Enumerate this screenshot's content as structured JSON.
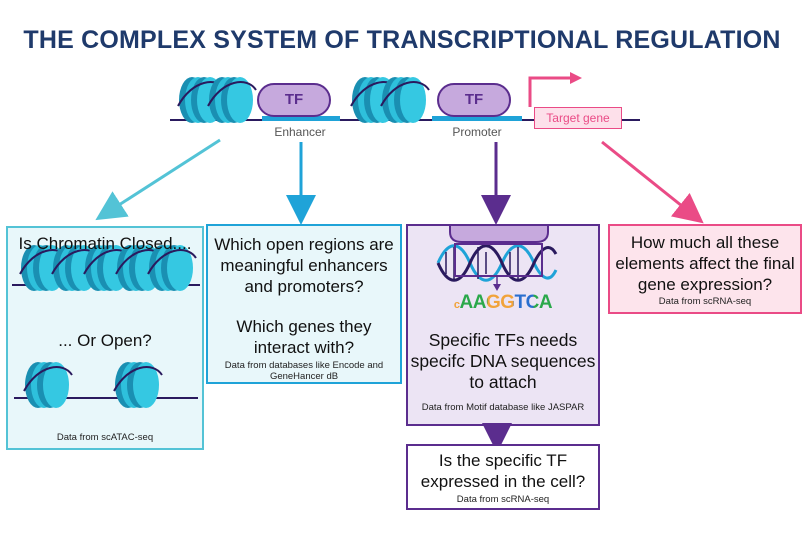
{
  "title": "THE COMPLEX SYSTEM OF TRANSCRIPTIONAL REGULATION",
  "top": {
    "tf_label_1": "TF",
    "tf_label_2": "TF",
    "enhancer": "Enhancer",
    "promoter": "Promoter",
    "target_gene": "Target gene"
  },
  "box1": {
    "heading": "Is Chromatin Closed....",
    "middle": "... Or Open?",
    "source": "Data from scATAC-seq"
  },
  "box2": {
    "q1": "Which open regions are meaningful enhancers and promoters?",
    "q2": "Which genes they interact with?",
    "source": "Data from databases like Encode and GeneHancer dB"
  },
  "box3": {
    "motif": "AAGGTCA",
    "text": "Specific TFs needs specifc DNA sequences to attach",
    "source": "Data from Motif database like JASPAR"
  },
  "box4": {
    "text": "How much all these elements affect the final gene expression?",
    "source": "Data from scRNA-seq"
  },
  "box5": {
    "text": "Is the specific TF expressed in the cell?",
    "source": "Data from scRNA-seq"
  },
  "colors": {
    "title": "#1f3a6b",
    "cyan": "#53c3d6",
    "blue": "#1fa3d8",
    "purple": "#5b2d8e",
    "pink": "#ea4b86",
    "tf_fill": "#c6a9dd"
  }
}
